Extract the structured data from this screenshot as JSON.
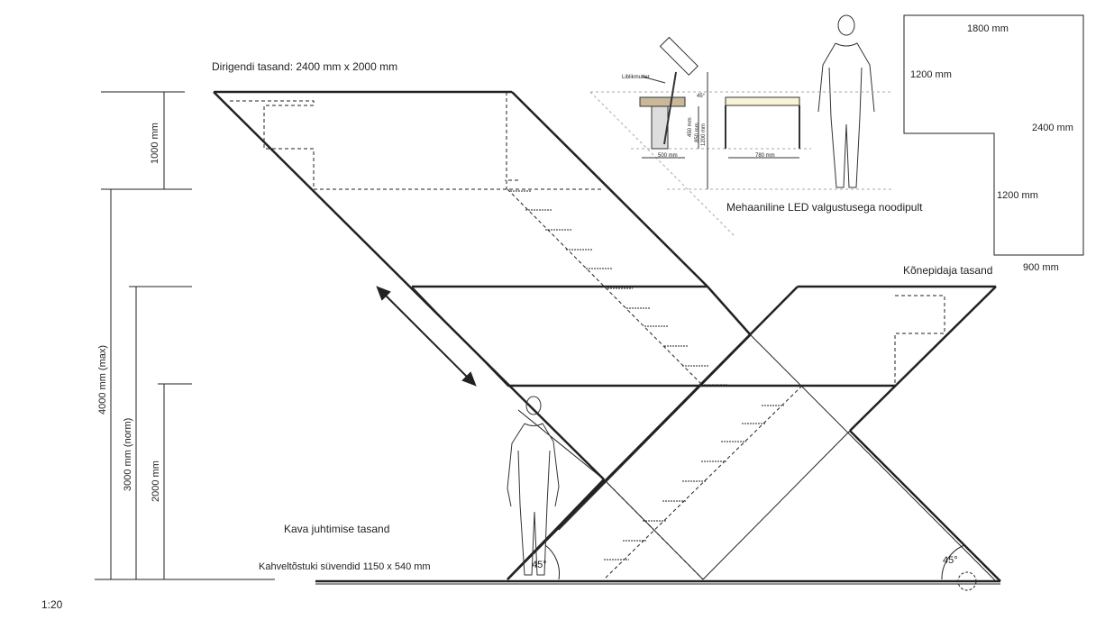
{
  "labels": {
    "conductor_platform": "Dirigendi tasand: 2400 mm x 2000 mm",
    "speaker_platform": "Kõnepidaja tasand",
    "program_platform": "Kava juhtimise tasand",
    "forklift_slots": "Kahveltõstuki süvendid 1150 x 540 mm",
    "music_stand": "Mehaaniline LED valgustusega noodipult",
    "scale": "1:20",
    "angle_left": "45°",
    "angle_right": "45°"
  },
  "dimensions": {
    "d1000": "1000 mm",
    "d4000": "4000 mm (max)",
    "d3000": "3000 mm (norm)",
    "d2000": "2000 mm"
  },
  "floorplan": {
    "top": "1800 mm",
    "left_upper": "1200 mm",
    "right": "2400 mm",
    "left_lower": "1200 mm",
    "bottom": "900 mm"
  },
  "stand_detail": {
    "wing_nut": "Liblikmutter",
    "angle": "45°",
    "h450": "450 mm",
    "h850": "850 mm",
    "h1200": "1200 mm",
    "w500": "500 mm",
    "w780": "780 mm"
  }
}
